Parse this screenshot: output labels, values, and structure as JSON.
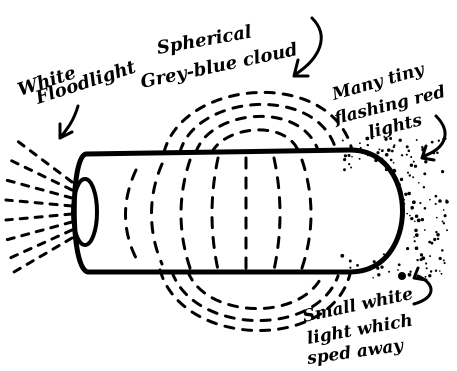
{
  "labels": {
    "floodlight": [
      "White",
      "Floodlight"
    ],
    "cloud": [
      "Spherical",
      "Grey-blue cloud"
    ],
    "red_lights": [
      "Many tiny",
      "flashing red",
      "lights"
    ],
    "small_light": [
      "Small white",
      "light which",
      "sped away"
    ]
  },
  "colors": {
    "ink": "#000000",
    "paper": "#ffffff"
  }
}
